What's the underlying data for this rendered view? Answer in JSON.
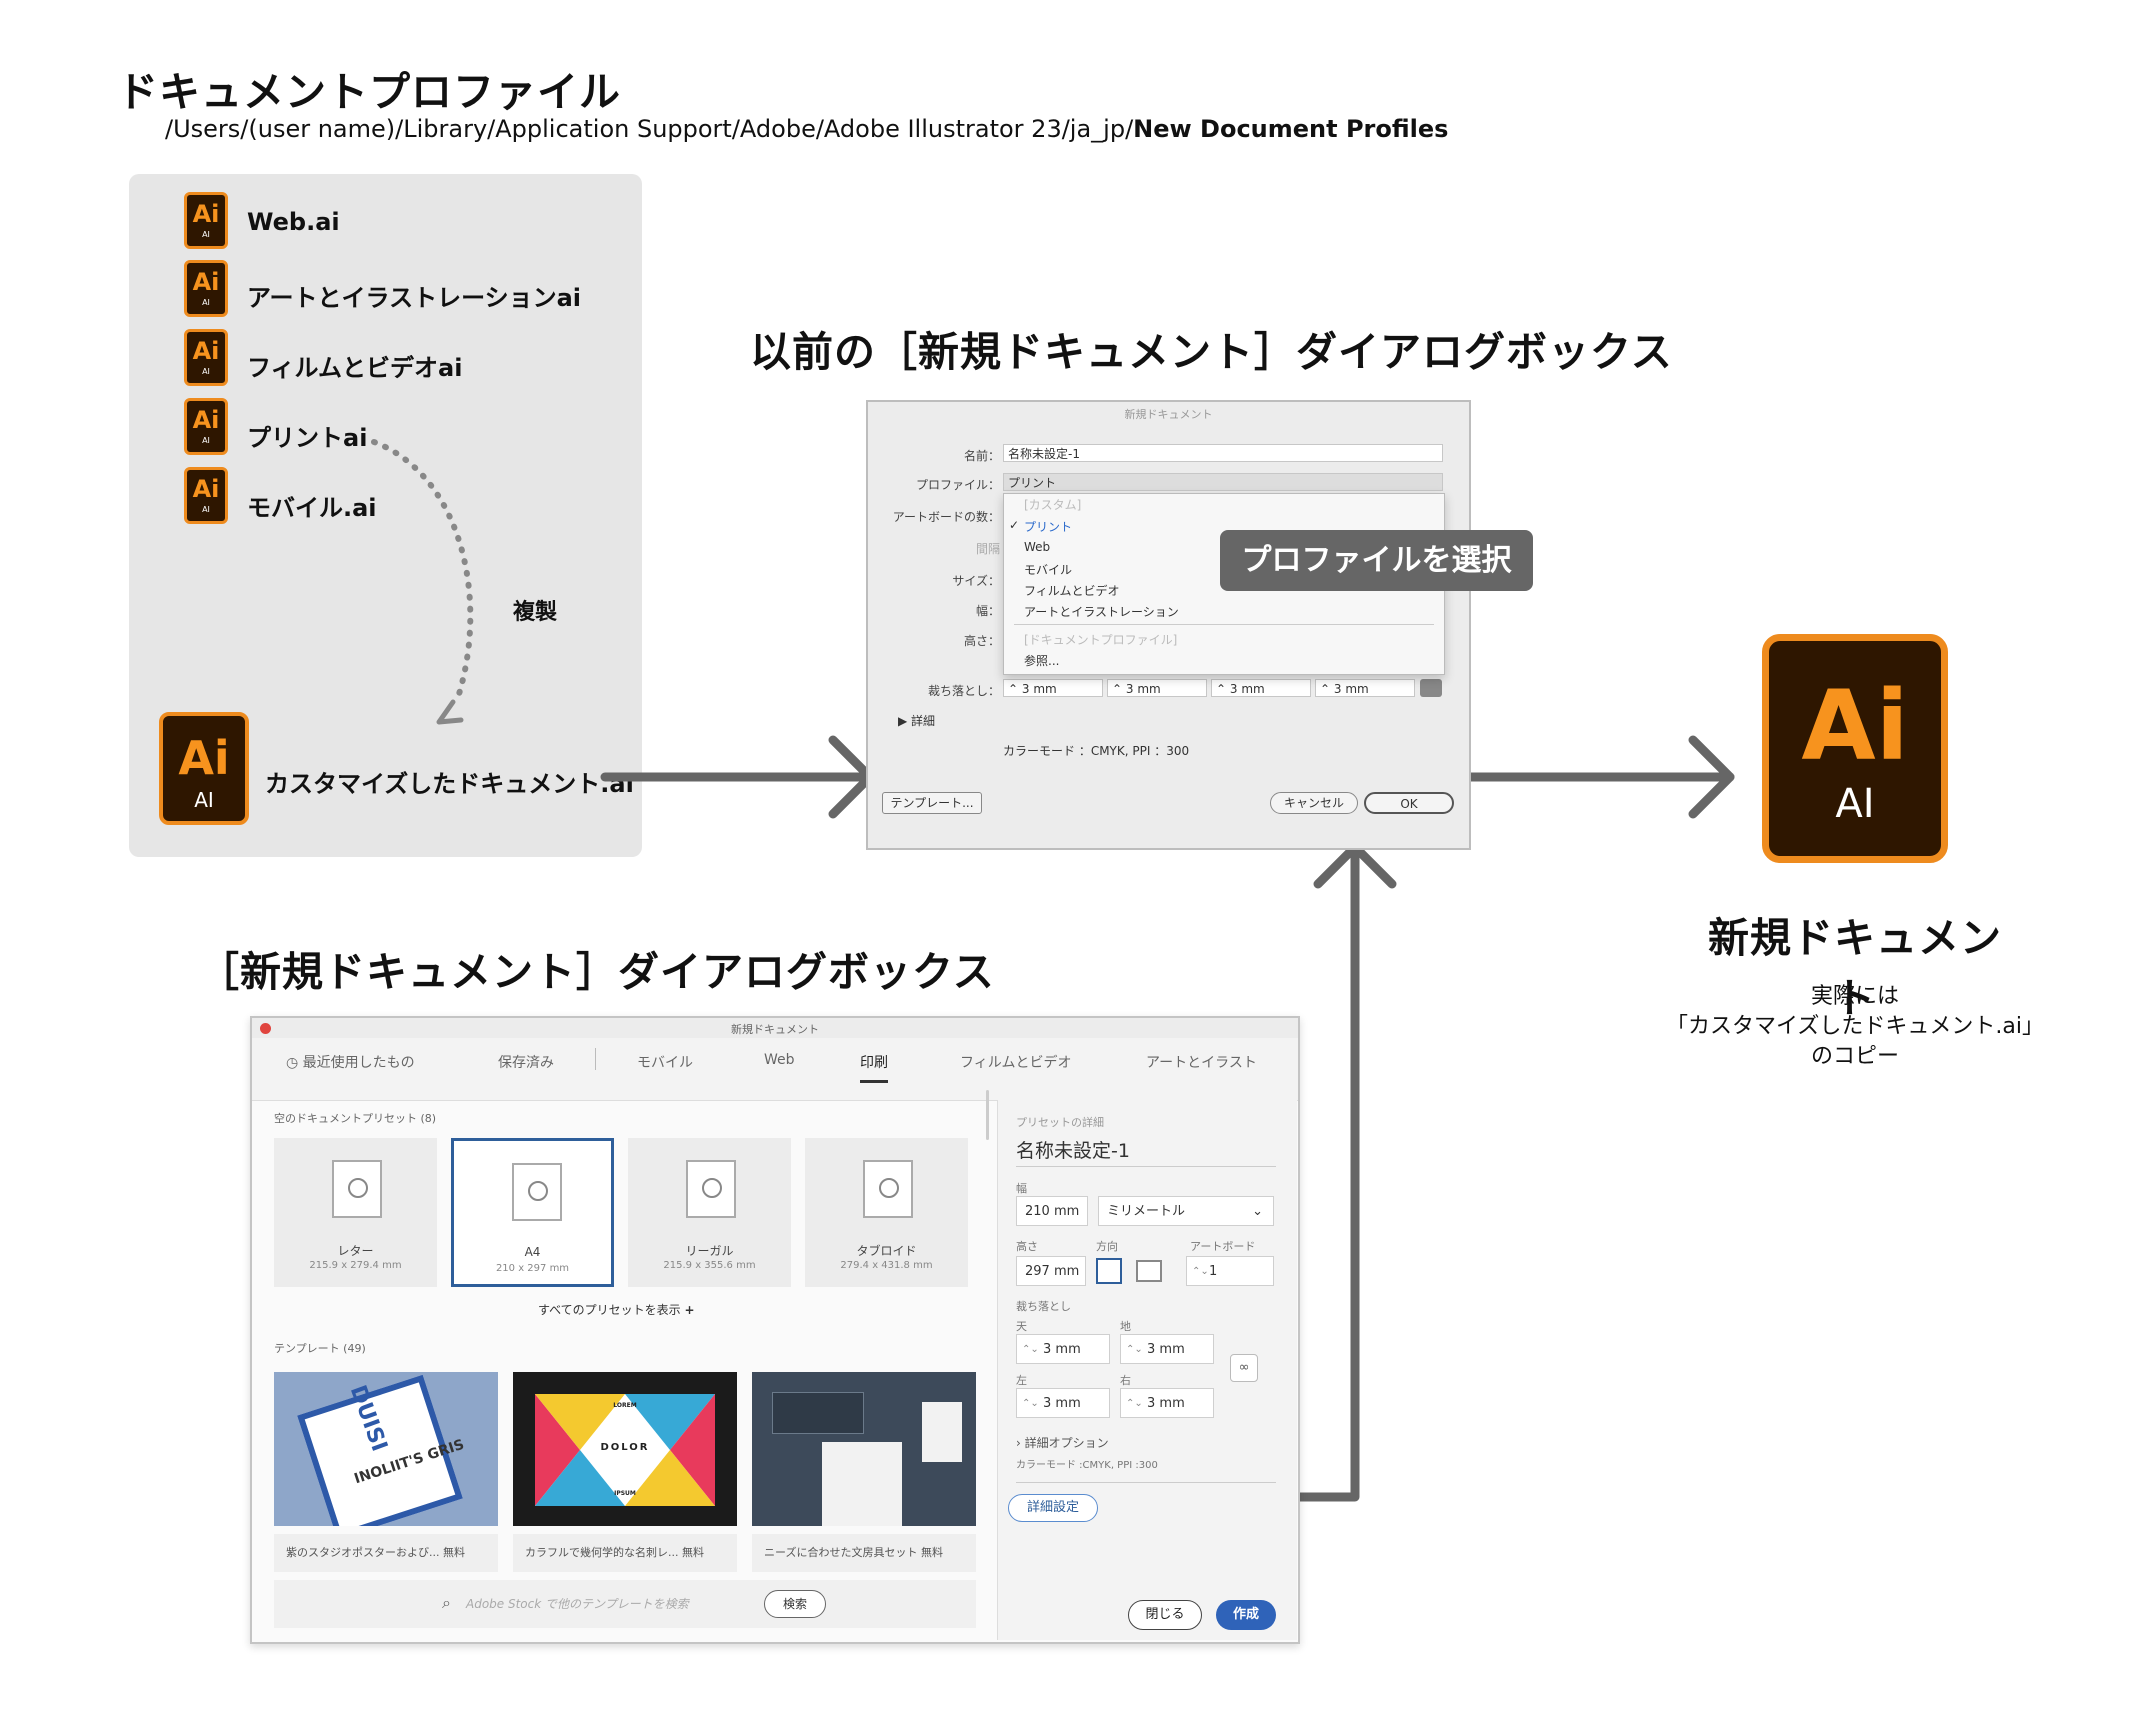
{
  "header": {
    "title": "ドキュメントプロファイル",
    "path_prefix": "/Users/(user name)/Library/Application Support/Adobe/Adobe Illustrator 23/ja_jp/",
    "path_bold": "New Document Profiles"
  },
  "profiles": {
    "items": [
      {
        "icon": "Ai",
        "sub": "AI",
        "label": "Web.ai"
      },
      {
        "icon": "Ai",
        "sub": "AI",
        "label": "アートとイラストレーションai"
      },
      {
        "icon": "Ai",
        "sub": "AI",
        "label": "フィルムとビデオai"
      },
      {
        "icon": "Ai",
        "sub": "AI",
        "label": "プリントai"
      },
      {
        "icon": "Ai",
        "sub": "AI",
        "label": "モバイル.ai"
      }
    ],
    "copy_label": "複製",
    "custom": {
      "icon": "Ai",
      "sub": "AI",
      "label": "カスタマイズしたドキュメント.ai"
    }
  },
  "legacy": {
    "heading": "以前の［新規ドキュメント］ダイアログボックス",
    "dialog": {
      "title": "新規ドキュメント",
      "name_label": "名前：",
      "name_value": "名称未設定-1",
      "profile_label": "プロファイル：",
      "profile_value": "プリント",
      "artboards_label": "アートボードの数：",
      "spacing_label": "間隔",
      "size_label": "サイズ：",
      "width_label": "幅：",
      "height_label": "高さ：",
      "bleed_label": "裁ち落とし：",
      "bleed_values": [
        "3 mm",
        "3 mm",
        "3 mm",
        "3 mm"
      ],
      "details_label": "詳細",
      "color_mode": "カラーモード ：CMYK, PPI ：300",
      "templates_button": "テンプレート...",
      "cancel_button": "キャンセル",
      "ok_button": "OK",
      "menu": [
        "[カスタム]",
        "プリント",
        "Web",
        "モバイル",
        "フィルムとビデオ",
        "アートとイラストレーション",
        "[ドキュメントプロファイル]",
        "参照..."
      ],
      "checkmark": "✓"
    },
    "badge": "プロファイルを選択"
  },
  "result": {
    "icon": "Ai",
    "sub": "AI",
    "title": "新規ドキュメント",
    "note_lines": [
      "実際には",
      "「カスタマイズしたドキュメント.ai」",
      "のコピー"
    ]
  },
  "modern": {
    "heading": "［新規ドキュメント］ダイアログボックス",
    "dialog": {
      "title": "新規ドキュメント",
      "tabs": [
        "最近使用したもの",
        "保存済み",
        "モバイル",
        "Web",
        "印刷",
        "フィルムとビデオ",
        "アートとイラスト"
      ],
      "presets_label": "空のドキュメントプリセット",
      "presets_count": "(8)",
      "presets": [
        {
          "name": "レター",
          "size": "215.9 x 279.4 mm"
        },
        {
          "name": "A4",
          "size": "210 x 297 mm"
        },
        {
          "name": "リーガル",
          "size": "215.9 x 355.6 mm"
        },
        {
          "name": "タブロイド",
          "size": "279.4 x 431.8 mm"
        }
      ],
      "show_all": "すべてのプリセットを表示",
      "plus": "+",
      "templates_label": "テンプレート",
      "templates_count": "(49)",
      "templates": [
        {
          "caption": "紫のスタジオポスターおよび...",
          "tag": "無料"
        },
        {
          "caption": "カラフルで幾何学的な名刺レ...",
          "tag": "無料"
        },
        {
          "caption": "ニーズに合わせた文房具セット",
          "tag": "無料"
        }
      ],
      "tpl_text": {
        "t1a": "DUISI",
        "t1b": "INOLIIT'S GRIS",
        "t2": "DOLOR",
        "t2b": "LOREM",
        "t2c": "IPSUM"
      },
      "search_placeholder": "Adobe Stock で他のテンプレートを検索",
      "search_button": "検索",
      "details": {
        "section": "プリセットの詳細",
        "name": "名称未設定-1",
        "width_label": "幅",
        "width_value": "210 mm",
        "units_value": "ミリメートル",
        "height_label": "高さ",
        "height_value": "297 mm",
        "orientation_label": "方向",
        "artboards_label": "アートボード",
        "artboards_value": "1",
        "bleed_label": "裁ち落とし",
        "top_label": "天",
        "bottom_label": "地",
        "left_label": "左",
        "right_label": "右",
        "bleed_top": "3 mm",
        "bleed_bottom": "3 mm",
        "bleed_left": "3 mm",
        "bleed_right": "3 mm",
        "advanced_options": "詳細オプション",
        "color_mode": "カラーモード :CMYK, PPI :300",
        "more_settings": "詳細設定"
      },
      "close_button": "閉じる",
      "create_button": "作成"
    }
  }
}
